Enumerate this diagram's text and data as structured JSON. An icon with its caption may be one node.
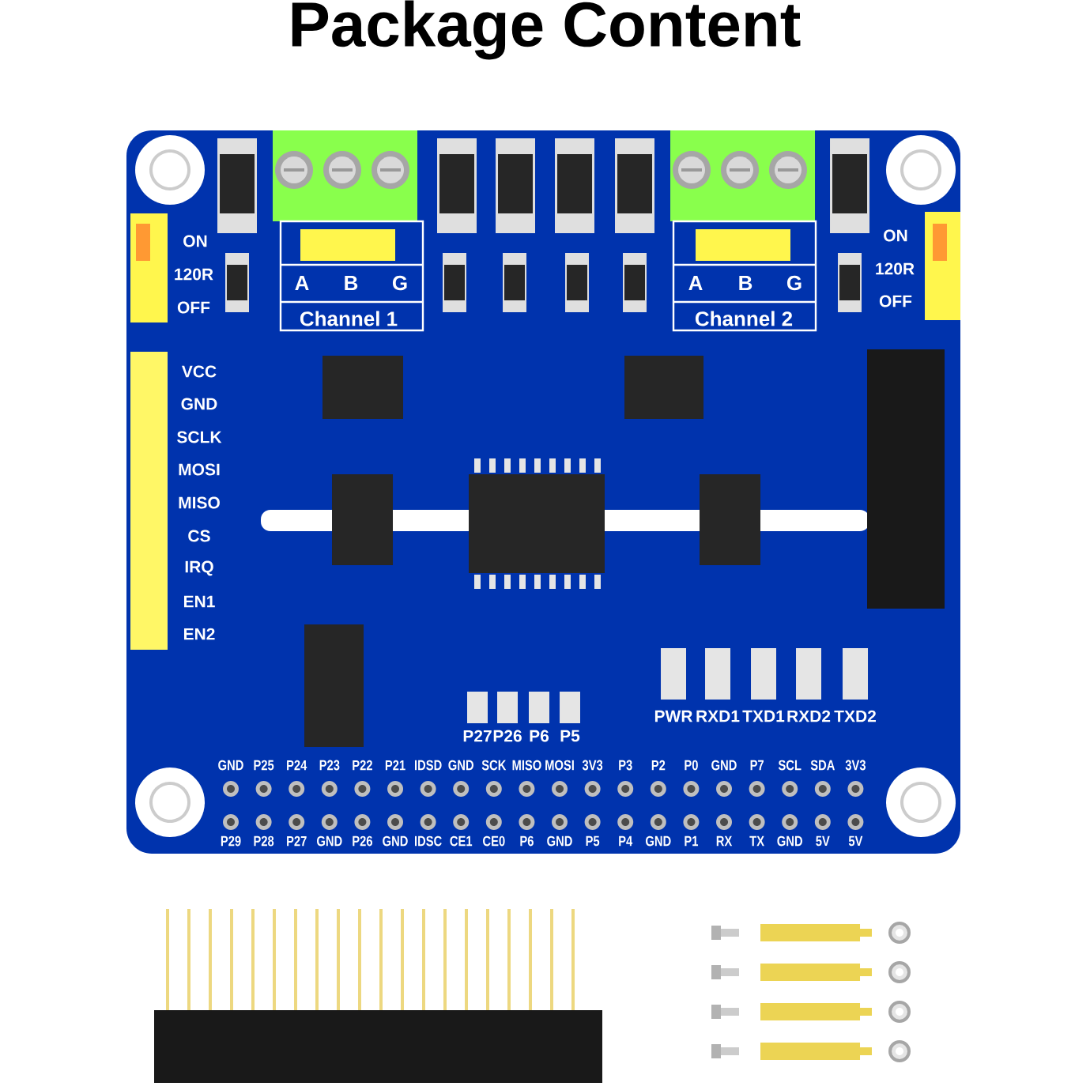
{
  "diagram": {
    "title": "Package Content",
    "labels": [
      "ON",
      "120R",
      "OFF",
      "A",
      "B",
      "G",
      "Channel 1",
      "A",
      "B",
      "G",
      "Channel 2",
      "ON",
      "120R",
      "OFF",
      "VCC",
      "GND",
      "SCLK",
      "MOSI",
      "MISO",
      "CS",
      "IRQ",
      "EN1",
      "EN2",
      "P27",
      "P26",
      "P6",
      "P5",
      "PWR",
      "RXD1",
      "TXD1",
      "RXD2",
      "TXD2",
      "GND",
      "P25",
      "P24",
      "P23",
      "P22",
      "P21",
      "IDSD",
      "GND",
      "SCK",
      "MISO",
      "MOSI",
      "3V3",
      "P3",
      "P2",
      "P0",
      "GND",
      "P7",
      "SCL",
      "SDA",
      "3V3",
      "P29",
      "P28",
      "P27",
      "GND",
      "P26",
      "GND",
      "IDSC",
      "CE1",
      "CE0",
      "P6",
      "GND",
      "P5",
      "P4",
      "GND",
      "P1",
      "RX",
      "TX",
      "GND",
      "5V",
      "5V"
    ]
  }
}
